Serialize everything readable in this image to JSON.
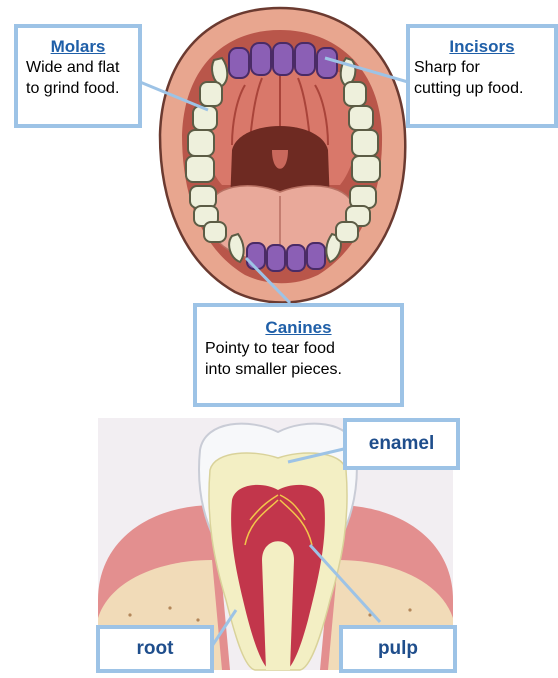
{
  "mouth_labels": {
    "molars": {
      "title": "Molars",
      "desc1": "Wide and flat",
      "desc2": "to grind food."
    },
    "incisors": {
      "title": "Incisors",
      "desc1": "Sharp for",
      "desc2": "cutting up food."
    },
    "canines": {
      "title": "Canines",
      "desc1": "Pointy to tear food",
      "desc2": "into smaller pieces."
    }
  },
  "tooth_labels": {
    "enamel": "enamel",
    "root": "root",
    "pulp": "pulp"
  },
  "colors": {
    "callout_border": "#9dc3e6",
    "title_blue": "#1f5fa8",
    "incisor_purple": "#8b5fb5",
    "tooth_cream": "#eef0dc",
    "lip": "#e8a68f",
    "throat": "#6e2a22",
    "tongue": "#e9a99a",
    "gum": "#e38f8f",
    "pulp": "#c2364b"
  }
}
